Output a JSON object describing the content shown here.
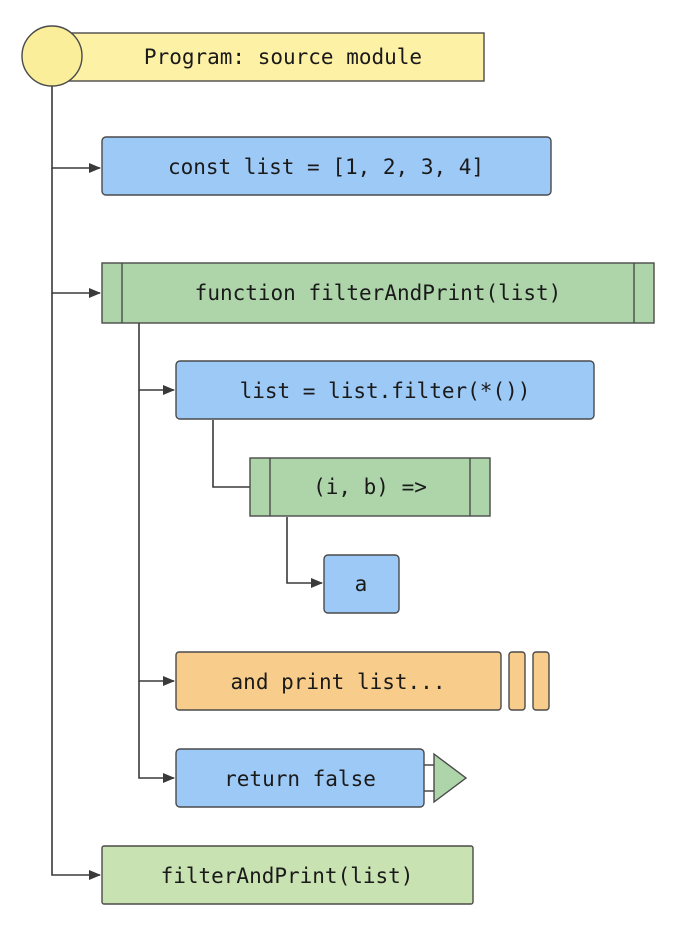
{
  "program": {
    "label": "Program: source module"
  },
  "nodes": {
    "const_list": {
      "label": "const list = [1, 2, 3, 4]"
    },
    "function_filter_and_print": {
      "label": "function filterAndPrint(list)"
    },
    "list_filter": {
      "label": "list = list.filter(*())"
    },
    "arrow_fn": {
      "label": "(i, b) =>"
    },
    "a_expr": {
      "label": "a"
    },
    "print_list": {
      "label": "and print list..."
    },
    "return_false": {
      "label": "return false"
    },
    "call_filter_and_print": {
      "label": "filterAndPrint(list)"
    }
  },
  "colors": {
    "program_fill": "#fdf1a6",
    "program_circle": "#fbee9a",
    "statement_blue": "#9dc9f6",
    "function_green": "#add5a9",
    "call_green": "#c8e2b2",
    "loop_orange": "#f8cd8b",
    "return_triangle": "#add5a9",
    "stroke": "#4a4a4a"
  }
}
